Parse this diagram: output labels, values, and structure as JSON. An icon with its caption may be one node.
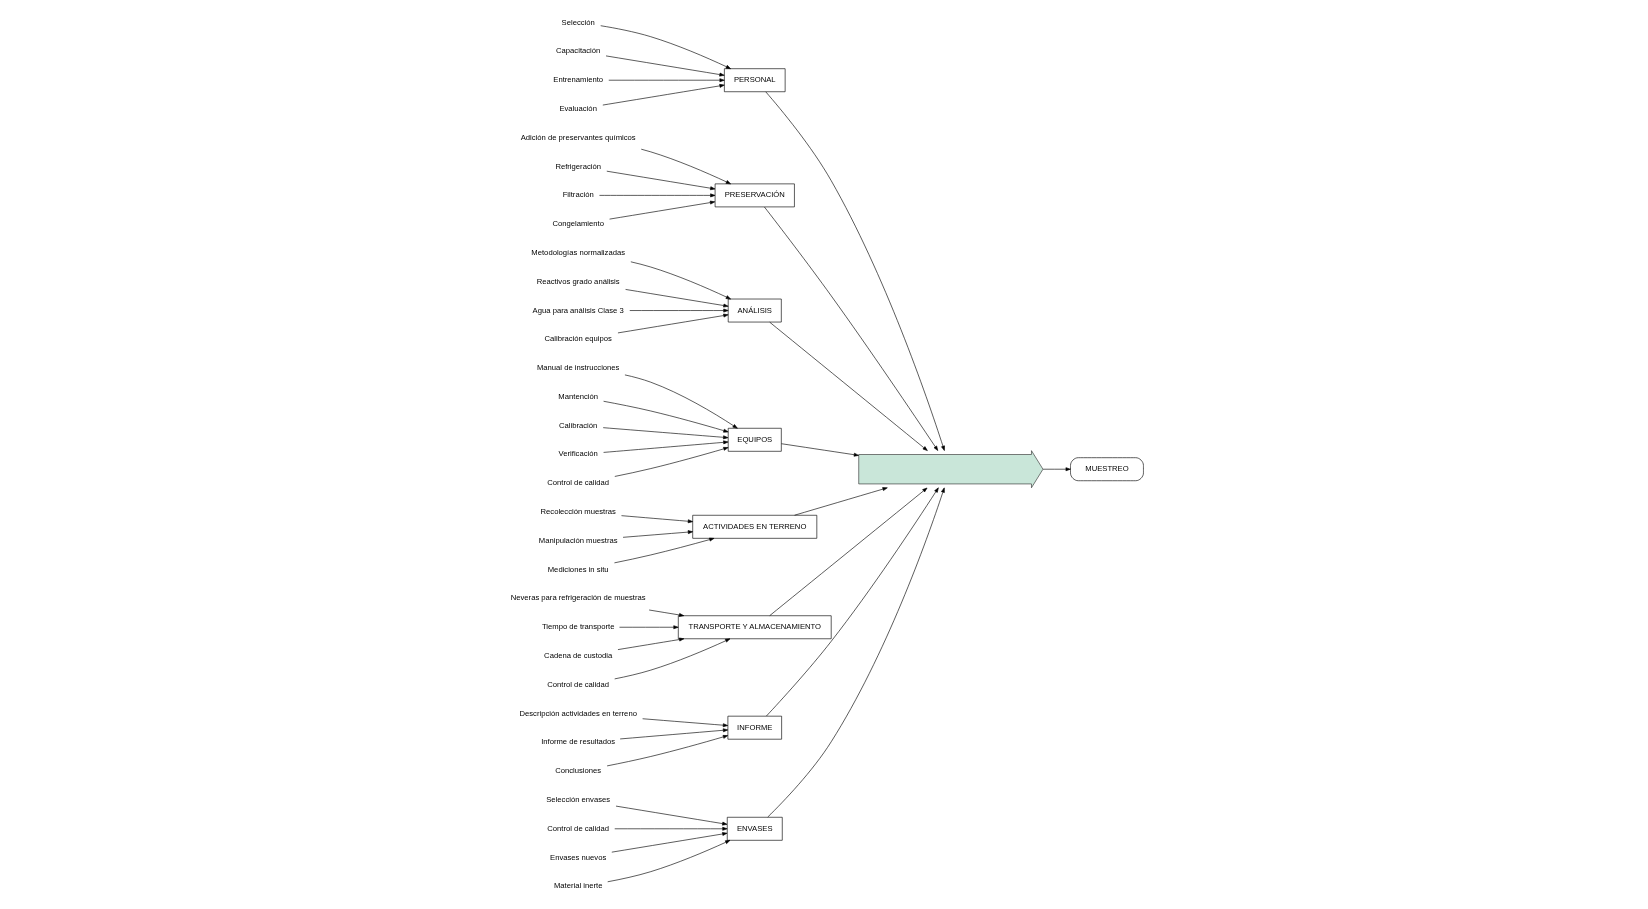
{
  "diagram": {
    "nodes": [
      {
        "text": [
          "ENVASES"
        ]
      },
      {
        "text": [
          "PERSONAL"
        ]
      },
      {
        "text": [
          "PRESERVACIÓN"
        ]
      },
      {
        "text": [
          "ANÁLISIS"
        ]
      },
      {
        "text": [],
        "shape": "arrow"
      },
      {
        "text": [
          "MUESTREO"
        ]
      },
      {
        "text": [
          "EQUIPOS"
        ]
      },
      {
        "text": [
          "ACTIVIDADES EN TERRENO"
        ]
      },
      {
        "text": [
          "TRANSPORTE Y ALMACENAMIENTO"
        ]
      },
      {
        "text": [
          "INFORME"
        ]
      },
      {
        "text": [
          "Selección envases"
        ]
      },
      {
        "text": [
          "Control de calidad"
        ]
      },
      {
        "text": [
          "Envases nuevos"
        ]
      },
      {
        "text": [
          "Material inerte"
        ]
      },
      {
        "text": [
          "Selección"
        ]
      },
      {
        "text": [
          "Capacitación"
        ]
      },
      {
        "text": [
          "Entrenamiento"
        ]
      },
      {
        "text": [
          "Evaluación"
        ]
      },
      {
        "text": [
          "Adición de preservantes químicos"
        ]
      },
      {
        "text": [
          "Refrigeración"
        ]
      },
      {
        "text": [
          "Filtración"
        ]
      },
      {
        "text": [
          "Congelamiento"
        ]
      },
      {
        "text": [
          "Metodologías normalizadas"
        ]
      },
      {
        "text": [
          "Reactivos grado análisis"
        ]
      },
      {
        "text": [
          "Agua para análisis Clase 3"
        ]
      },
      {
        "text": [
          "Calibración equipos"
        ]
      },
      {
        "text": [
          "Manual de instrucciones"
        ]
      },
      {
        "text": [
          "Mantención"
        ]
      },
      {
        "text": [
          "Calibración"
        ]
      },
      {
        "text": [
          "Verificación"
        ]
      },
      {
        "text": [
          "Control de calidad"
        ]
      },
      {
        "text": [
          "Recolección muestras"
        ]
      },
      {
        "text": [
          "Manipulación muestras"
        ]
      },
      {
        "text": [
          "Mediciones in situ"
        ]
      },
      {
        "text": [
          "Neveras para refrigeración de muestras"
        ]
      },
      {
        "text": [
          "Tiempo de transporte"
        ]
      },
      {
        "text": [
          "Cadena de custodia"
        ]
      },
      {
        "text": [
          "Control de calidad"
        ]
      },
      {
        "text": [
          "Descripción actividades en terreno"
        ]
      },
      {
        "text": [
          "Informe de resultados"
        ]
      },
      {
        "text": [
          "Conclusiones"
        ]
      }
    ],
    "edges": [
      {
        "from": 0,
        "to": 4,
        "arrow": "to"
      },
      {
        "from": 1,
        "to": 4,
        "arrow": "to"
      },
      {
        "from": 2,
        "to": 4,
        "arrow": "to"
      },
      {
        "from": 3,
        "to": 4,
        "arrow": "to"
      },
      {
        "from": 6,
        "to": 4,
        "arrow": "to"
      },
      {
        "from": 7,
        "to": 4,
        "arrow": "to"
      },
      {
        "from": 8,
        "to": 4,
        "arrow": "to"
      },
      {
        "from": 9,
        "to": 4,
        "arrow": "to"
      },
      {
        "from": 4,
        "to": 5,
        "arrow": "to"
      },
      {
        "from": 10,
        "to": 0,
        "arrow": "to"
      },
      {
        "from": 11,
        "to": 0,
        "arrow": "to"
      },
      {
        "from": 12,
        "to": 0,
        "arrow": "to"
      },
      {
        "from": 13,
        "to": 0,
        "arrow": "to"
      },
      {
        "from": 14,
        "to": 1,
        "arrow": "to"
      },
      {
        "from": 15,
        "to": 1,
        "arrow": "to"
      },
      {
        "from": 16,
        "to": 1,
        "arrow": "to"
      },
      {
        "from": 17,
        "to": 1,
        "arrow": "to"
      },
      {
        "from": 18,
        "to": 2,
        "arrow": "to"
      },
      {
        "from": 19,
        "to": 2,
        "arrow": "to"
      },
      {
        "from": 20,
        "to": 2,
        "arrow": "to"
      },
      {
        "from": 21,
        "to": 2,
        "arrow": "to"
      },
      {
        "from": 22,
        "to": 3,
        "arrow": "to"
      },
      {
        "from": 23,
        "to": 3,
        "arrow": "to"
      },
      {
        "from": 24,
        "to": 3,
        "arrow": "to"
      },
      {
        "from": 25,
        "to": 3,
        "arrow": "to"
      },
      {
        "from": 26,
        "to": 6,
        "arrow": "to"
      },
      {
        "from": 27,
        "to": 6,
        "arrow": "to"
      },
      {
        "from": 28,
        "to": 6,
        "arrow": "to"
      },
      {
        "from": 29,
        "to": 6,
        "arrow": "to"
      },
      {
        "from": 30,
        "to": 6,
        "arrow": "to"
      },
      {
        "from": 31,
        "to": 7,
        "arrow": "to"
      },
      {
        "from": 32,
        "to": 7,
        "arrow": "to"
      },
      {
        "from": 33,
        "to": 7,
        "arrow": "to"
      },
      {
        "from": 34,
        "to": 8,
        "arrow": "to"
      },
      {
        "from": 35,
        "to": 8,
        "arrow": "to"
      },
      {
        "from": 36,
        "to": 8,
        "arrow": "to"
      },
      {
        "from": 37,
        "to": 8,
        "arrow": "to"
      },
      {
        "from": 38,
        "to": 9,
        "arrow": "to"
      },
      {
        "from": 39,
        "to": 9,
        "arrow": "to"
      },
      {
        "from": 40,
        "to": 9,
        "arrow": "to"
      }
    ]
  }
}
